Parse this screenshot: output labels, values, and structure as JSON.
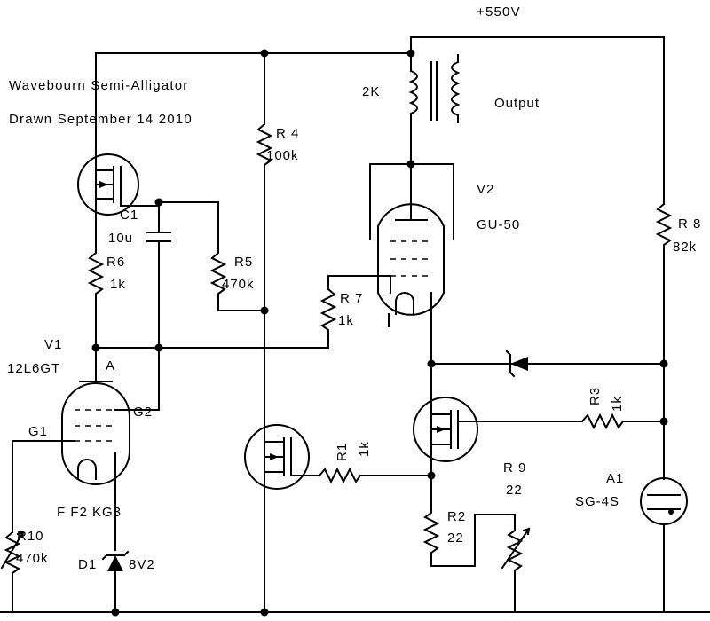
{
  "title": "Wavebourn Semi-Alligator",
  "subtitle": "Drawn September 14 2010",
  "supply": "+550V",
  "transformer": {
    "ratio": "2K",
    "label": "Output"
  },
  "tubes": {
    "v1": {
      "ref": "V1",
      "type": "12L6GT",
      "anode": "A",
      "grid1": "G1",
      "grid2": "G2",
      "pins": "F  F2 KG3"
    },
    "v2": {
      "ref": "V2",
      "type": "GU-50"
    },
    "a1": {
      "ref": "A1",
      "type": "SG-4S"
    }
  },
  "resistors": {
    "r1": {
      "ref": "R1",
      "value": "1k"
    },
    "r2": {
      "ref": "R2",
      "value": "22"
    },
    "r3": {
      "ref": "R3",
      "value": "1k"
    },
    "r4": {
      "ref": "R 4",
      "value": "100k"
    },
    "r5": {
      "ref": "R5",
      "value": "470k"
    },
    "r6": {
      "ref": "R6",
      "value": "1k"
    },
    "r7": {
      "ref": "R 7",
      "value": "1k"
    },
    "r8": {
      "ref": "R 8",
      "value": "82k"
    },
    "r9": {
      "ref": "R 9",
      "value": "22"
    },
    "r10": {
      "ref": "R10",
      "value": "470k"
    }
  },
  "capacitor": {
    "ref": "C1",
    "value": "10u"
  },
  "diode": {
    "ref": "D1",
    "value": "8V2"
  }
}
